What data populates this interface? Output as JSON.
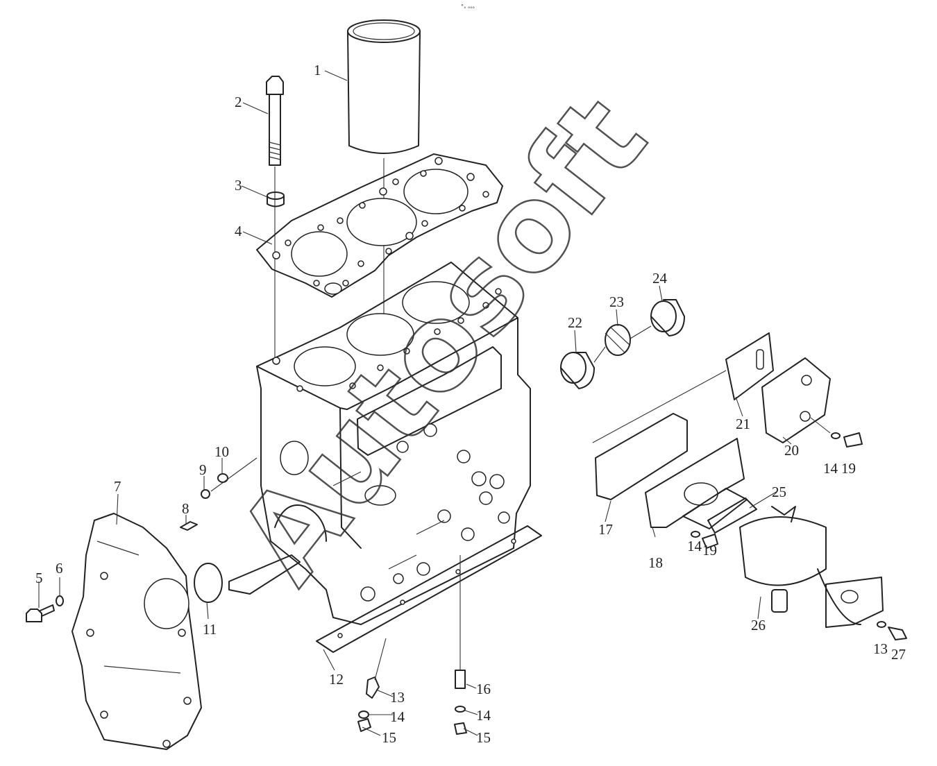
{
  "header_mark": "°ₓ ₒₒₒ",
  "watermark": "Autosoft",
  "callouts": {
    "c1": "1",
    "c2": "2",
    "c3": "3",
    "c4": "4",
    "c5": "5",
    "c6": "6",
    "c7": "7",
    "c8": "8",
    "c9": "9",
    "c10": "10",
    "c11": "11",
    "c12": "12",
    "c13a": "13",
    "c13b": "13",
    "c14a": "14",
    "c14b": "14",
    "c14c": "14",
    "c14d": "14",
    "c15a": "15",
    "c15b": "15",
    "c16": "16",
    "c17": "17",
    "c18": "18",
    "c19a": "19",
    "c19b": "19",
    "c20": "20",
    "c21": "21",
    "c22": "22",
    "c23": "23",
    "c24": "24",
    "c25": "25",
    "c26": "26",
    "c27": "27"
  }
}
